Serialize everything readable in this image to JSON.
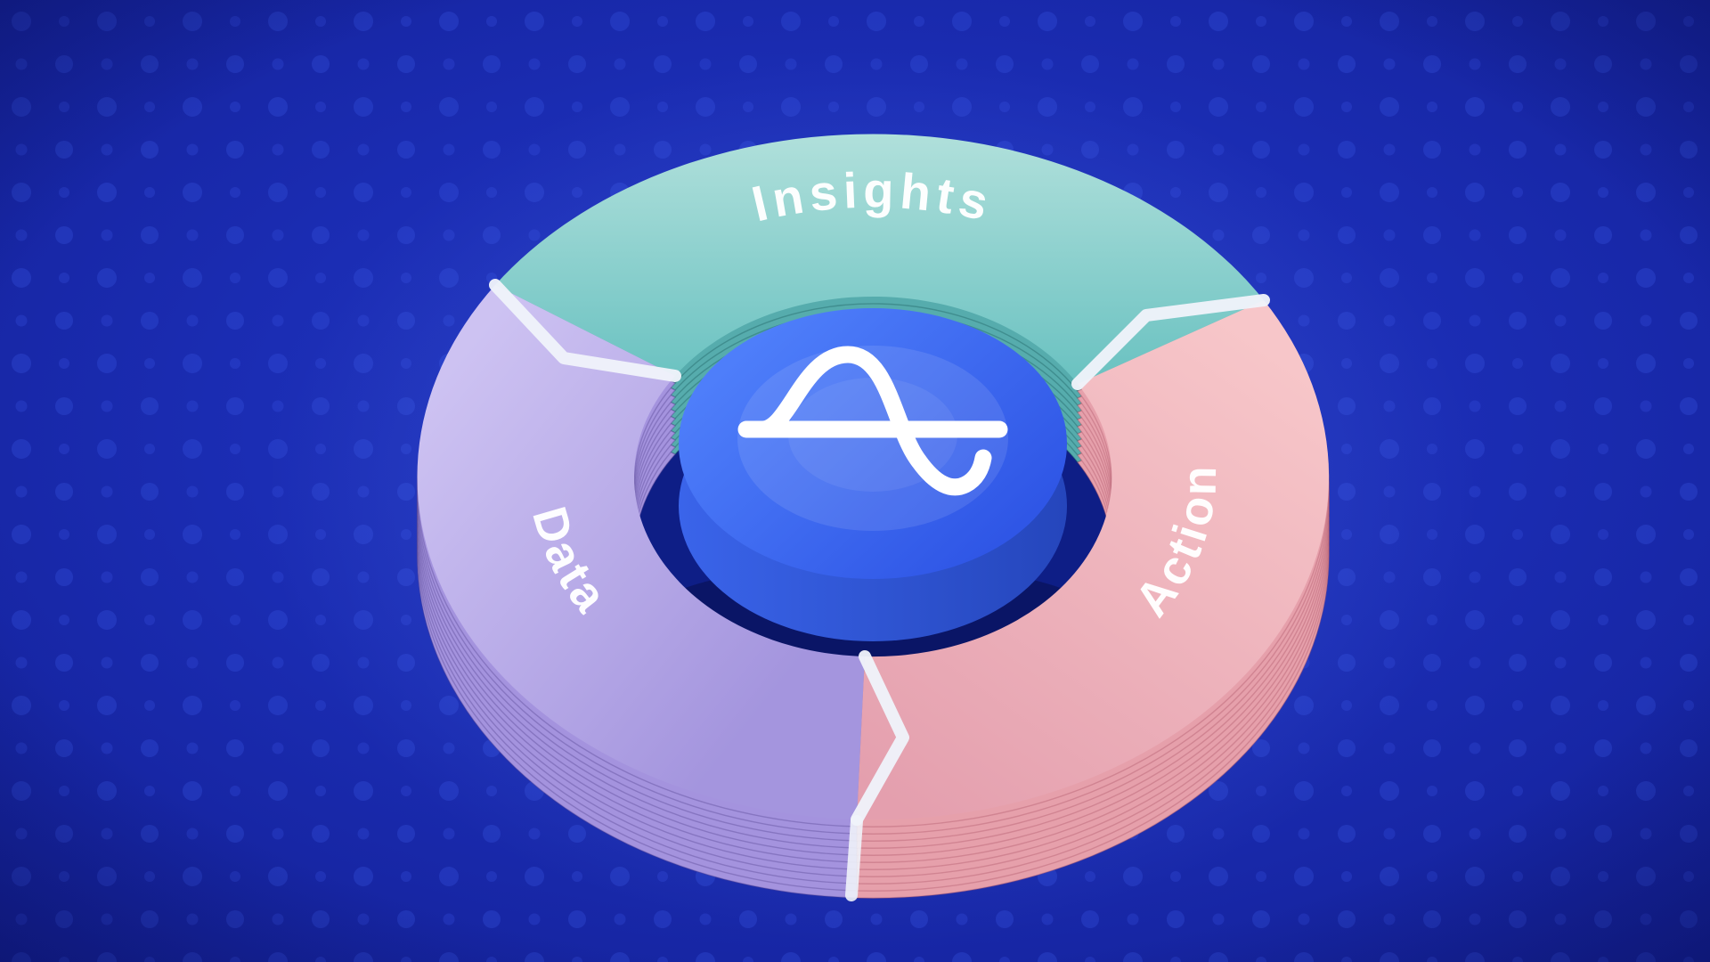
{
  "diagram": {
    "segments": [
      {
        "id": "insights",
        "label": "Insights",
        "top_color": "#a9ded8",
        "side_color": "#56acad"
      },
      {
        "id": "action",
        "label": "Action",
        "top_color": "#f3bcc2",
        "side_color": "#e6a0ab"
      },
      {
        "id": "data",
        "label": "Data",
        "top_color": "#c4b8ee",
        "side_color": "#a493de"
      }
    ],
    "center": {
      "icon": "amplitude-logo",
      "disc_color": "#3f6cf2",
      "logo_color": "#ffffff"
    },
    "background": {
      "base": "#1b2db4",
      "edge": "#131f96",
      "dot_color": "#3a55e6"
    },
    "separator_color": "#eff3fa"
  }
}
